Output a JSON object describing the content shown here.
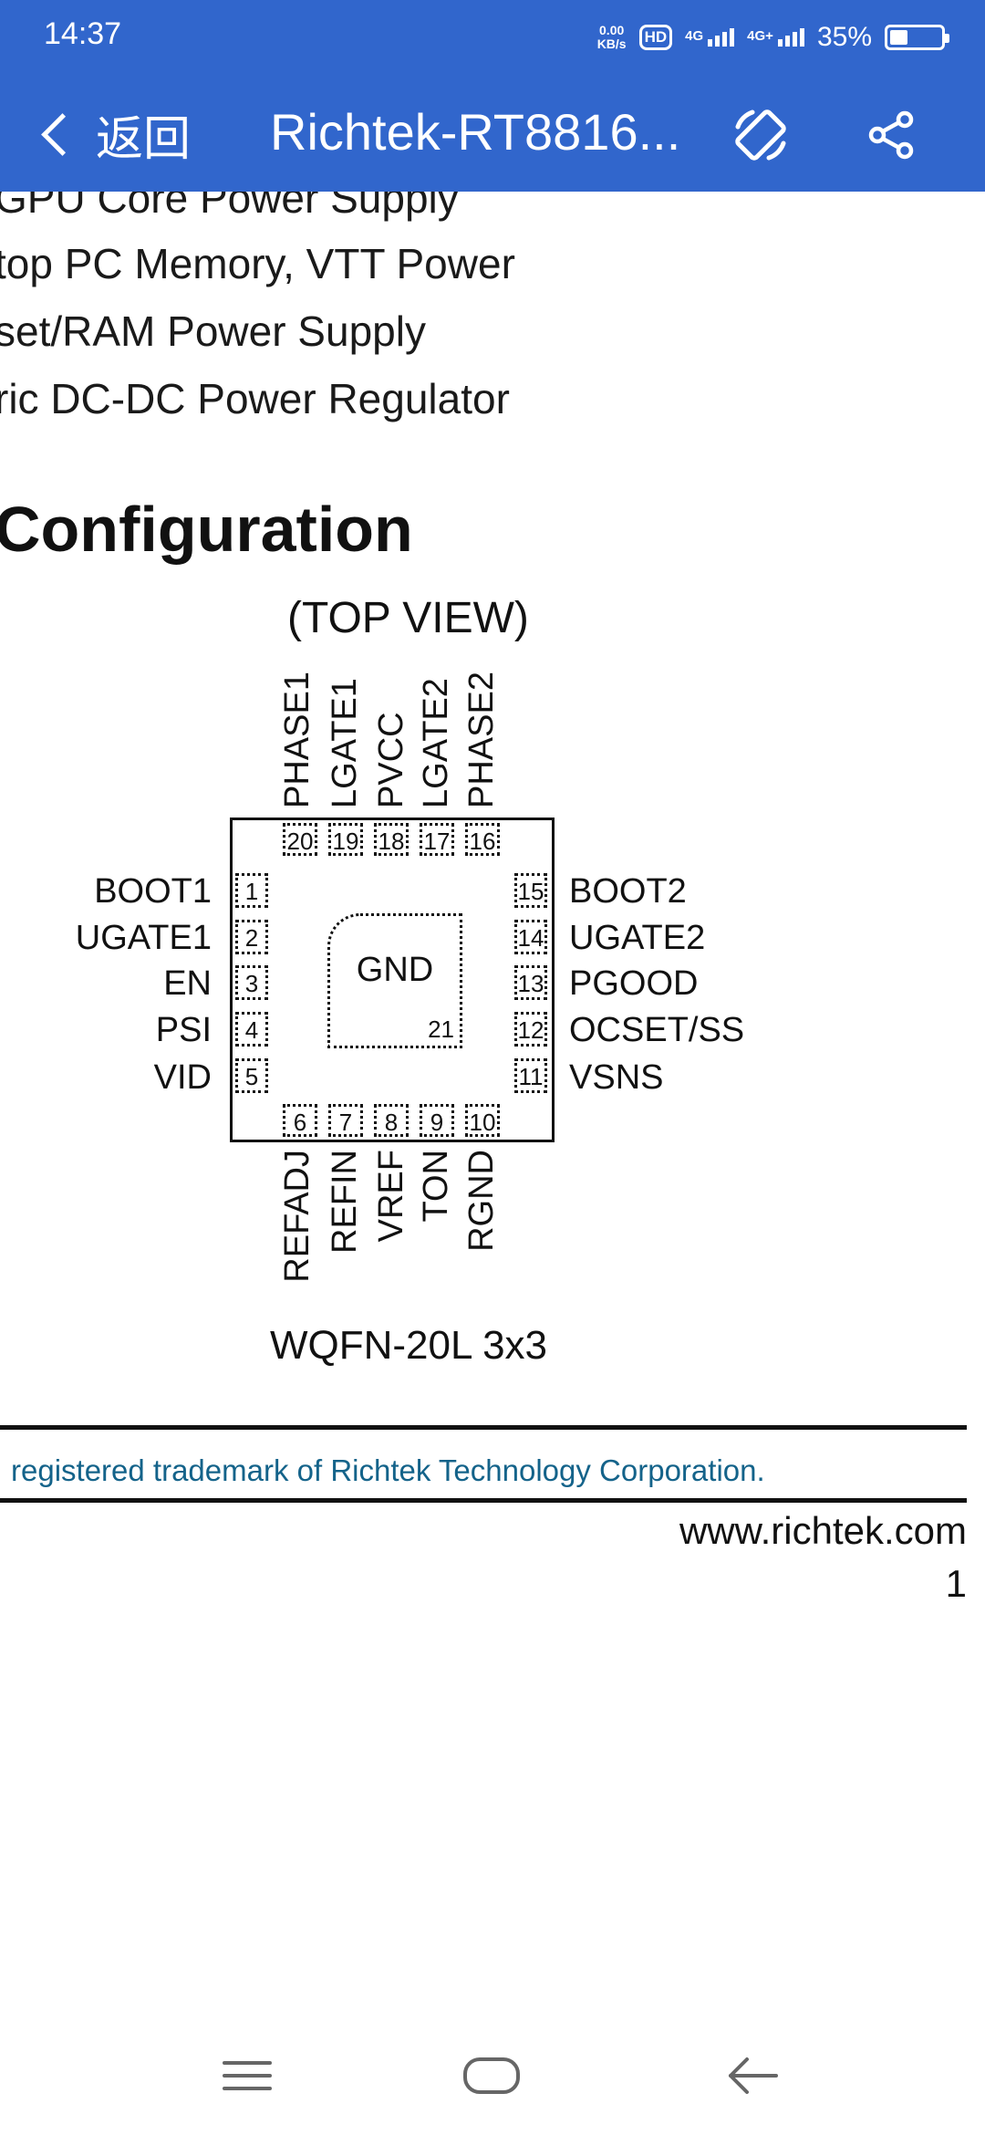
{
  "status_bar": {
    "time": "14:37",
    "net_speed_value": "0.00",
    "net_speed_unit": "KB/s",
    "hd_label": "HD",
    "signal1_label": "4G",
    "signal2_label": "4G+",
    "battery_text": "35%",
    "battery_level": 0.35
  },
  "app_bar": {
    "back_label": "返回",
    "title": "Richtek-RT8816...",
    "rotate_icon": "screen-rotation-icon",
    "share_icon": "share-icon",
    "background_color": "#3166cc"
  },
  "doc": {
    "app_lines": [
      "GPU Core Power Supply",
      "top PC Memory, VTT Power",
      "set/RAM Power Supply",
      "ric DC-DC Power Regulator"
    ],
    "section_title": "Configuration",
    "top_view": "(TOP VIEW)",
    "pins_top": [
      {
        "num": "20",
        "name": "PHASE1"
      },
      {
        "num": "19",
        "name": "LGATE1"
      },
      {
        "num": "18",
        "name": "PVCC"
      },
      {
        "num": "17",
        "name": "LGATE2"
      },
      {
        "num": "16",
        "name": "PHASE2"
      }
    ],
    "pins_left": [
      {
        "num": "1",
        "name": "BOOT1"
      },
      {
        "num": "2",
        "name": "UGATE1"
      },
      {
        "num": "3",
        "name": "EN"
      },
      {
        "num": "4",
        "name": "PSI"
      },
      {
        "num": "5",
        "name": "VID"
      }
    ],
    "pins_right": [
      {
        "num": "15",
        "name": "BOOT2"
      },
      {
        "num": "14",
        "name": "UGATE2"
      },
      {
        "num": "13",
        "name": "PGOOD"
      },
      {
        "num": "12",
        "name": "OCSET/SS"
      },
      {
        "num": "11",
        "name": "VSNS"
      }
    ],
    "pins_bottom": [
      {
        "num": "6",
        "name": "REFADJ"
      },
      {
        "num": "7",
        "name": "REFIN"
      },
      {
        "num": "8",
        "name": "VREF"
      },
      {
        "num": "9",
        "name": "TON"
      },
      {
        "num": "10",
        "name": "RGND"
      }
    ],
    "gnd_label": "GND",
    "gnd_num": "21",
    "package": "WQFN-20L  3x3",
    "trademark": "registered  trademark  of  Richtek  Technology  Corporation.",
    "website": "www.richtek.com",
    "page_number": "1"
  },
  "nav_bar": {
    "menu_icon": "menu-icon",
    "home_icon": "home-icon",
    "back_icon": "back-arrow-icon"
  }
}
